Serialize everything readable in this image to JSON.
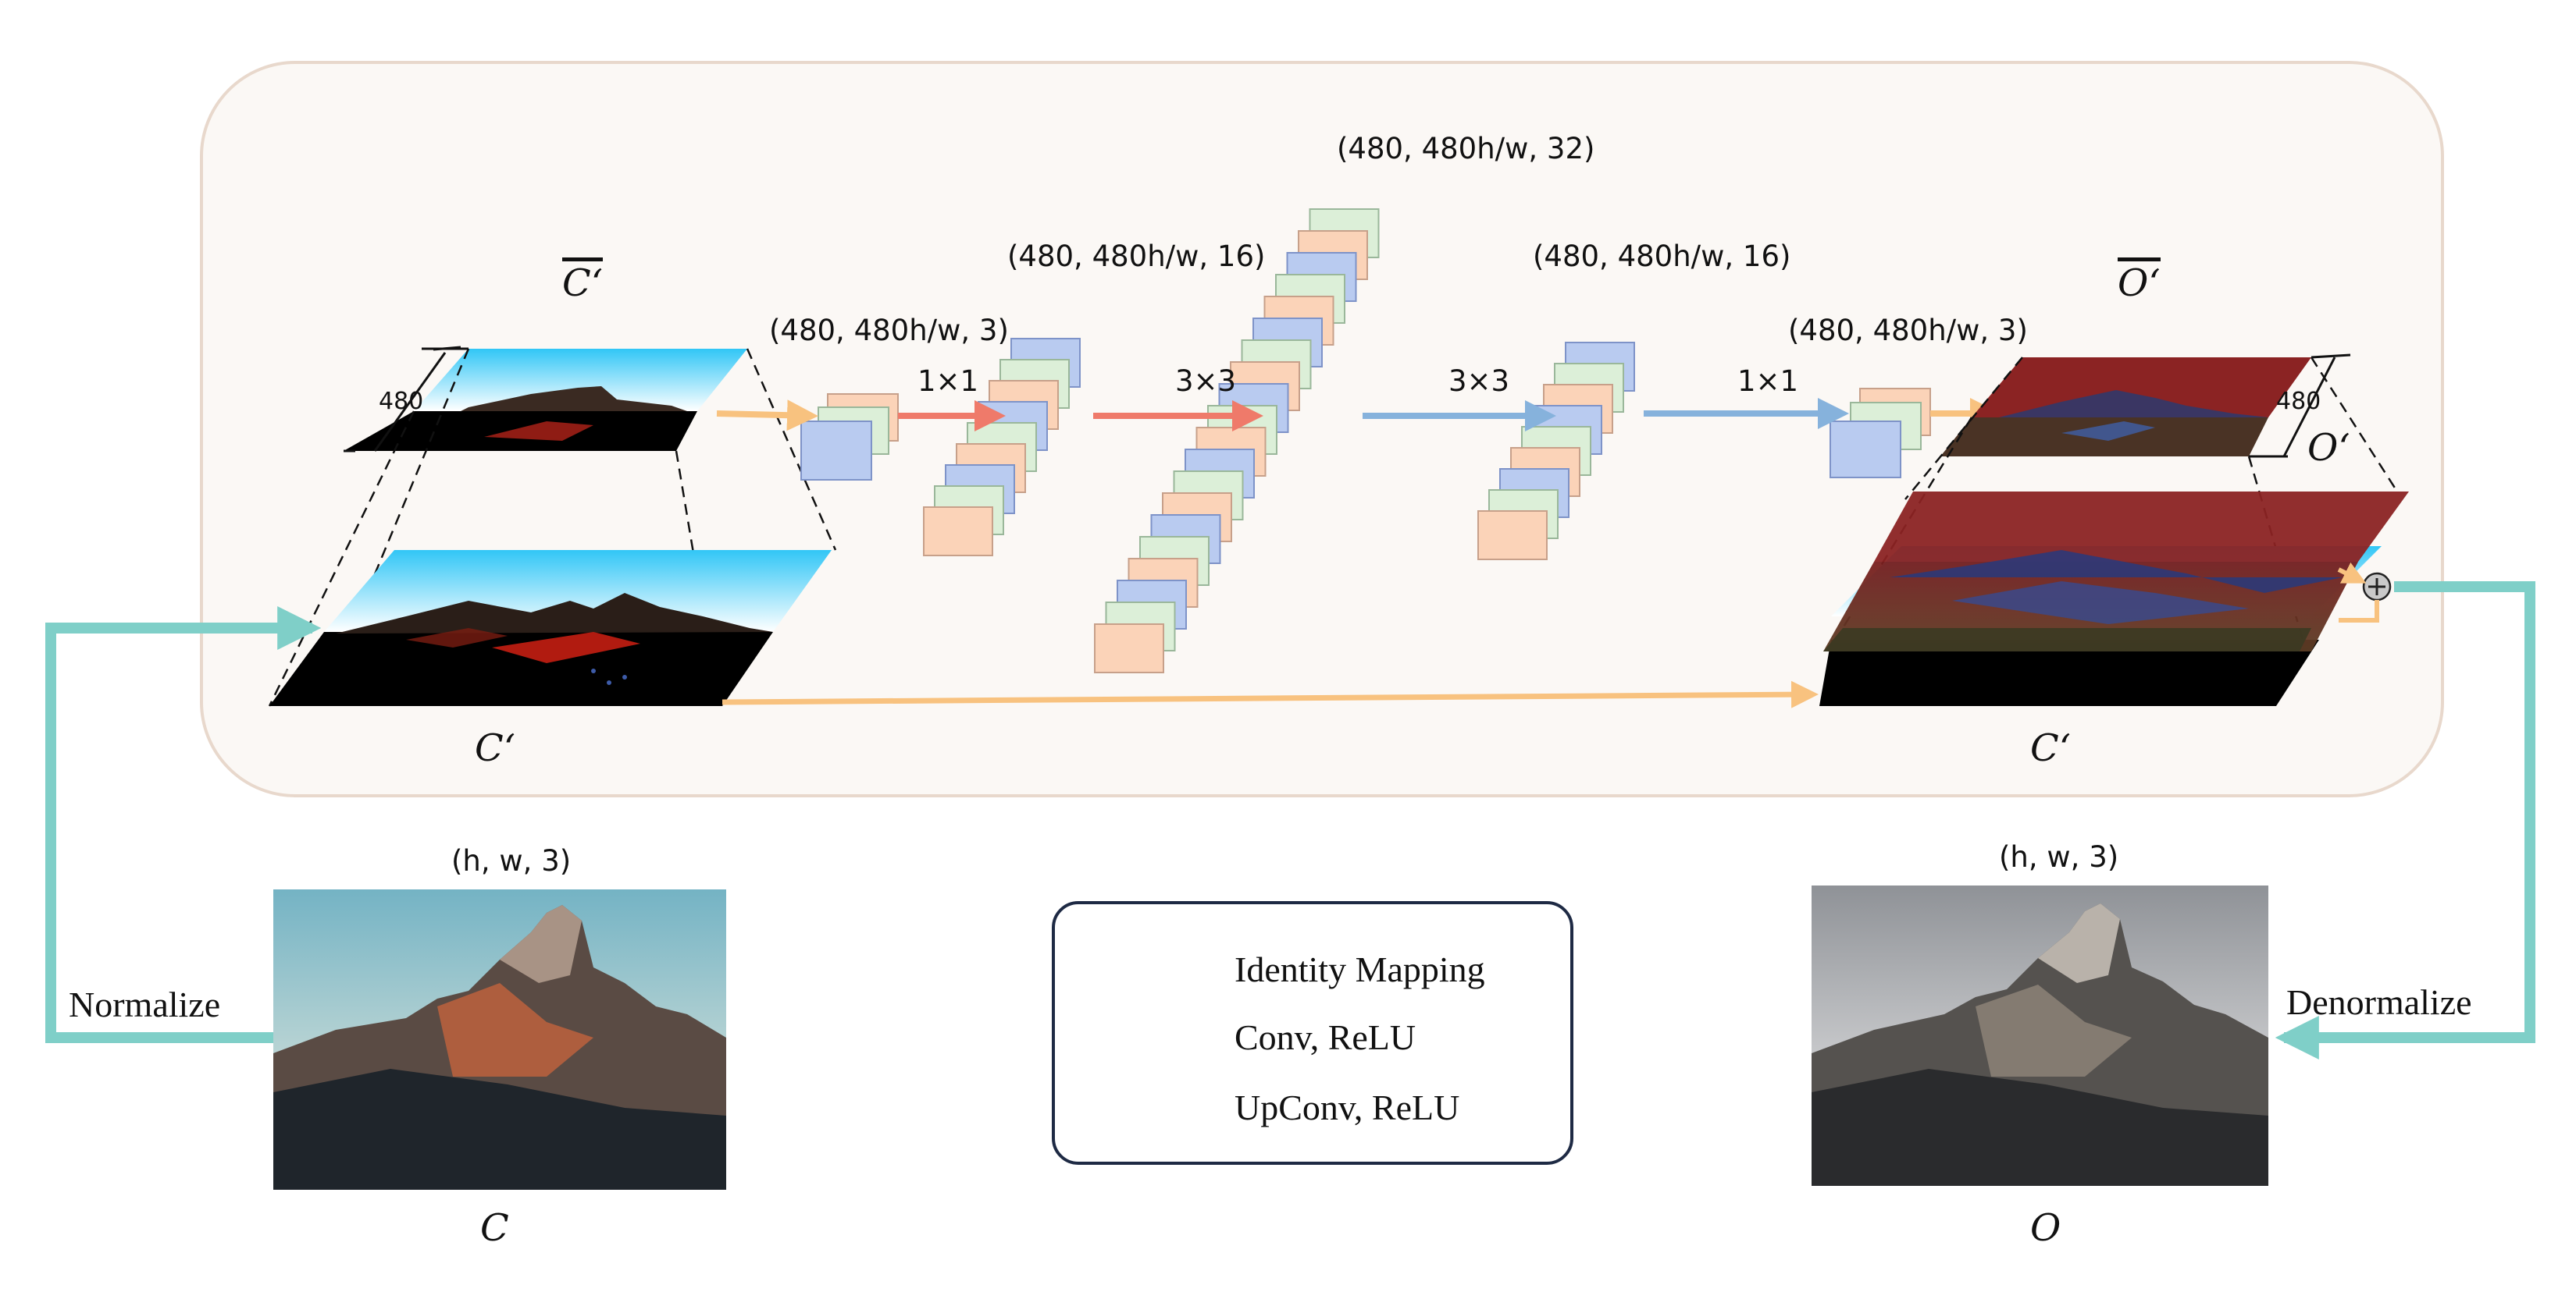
{
  "dims": {
    "c_in": "(480, 480h/w, 3)",
    "l1": "(480, 480h/w, 16)",
    "l2": "(480, 480h/w, 32)",
    "l3": "(480, 480h/w, 16)",
    "c_out": "(480, 480h/w, 3)",
    "orig_in": "(h, w, 3)",
    "orig_out": "(h, w, 3)"
  },
  "ops": {
    "op1": "1×1",
    "op2": "3×3",
    "op3": "3×3",
    "op4": "1×1"
  },
  "symbols": {
    "c_bar": "C‘",
    "o_bar": "O‘",
    "c_prime_left": "C‘",
    "c_prime_right": "C‘",
    "o_prime": "O‘",
    "c": "C",
    "o": "O"
  },
  "side_labels": {
    "left_480": "480",
    "right_480": "480"
  },
  "flow_labels": {
    "normalize": "Normalize",
    "denormalize": "Denormalize"
  },
  "legend": {
    "items": [
      {
        "label": "Identity Mapping",
        "color": "#f8c27f"
      },
      {
        "label": "Conv, ReLU",
        "color": "#ef7a6a"
      },
      {
        "label": "UpConv, ReLU",
        "color": "#86b2dc"
      }
    ]
  },
  "colors": {
    "identity": "#f8c27f",
    "conv": "#ef7a6a",
    "upconv": "#86b2dc",
    "skip_teal": "#7fcfc8",
    "panel_bg": "#fbf8f5",
    "panel_border": "#e8d8cc",
    "fmap_orange": "#fbd3b8",
    "fmap_green": "#dcefd8",
    "fmap_blue": "#b9cbf0"
  },
  "icons": {
    "add": "circle-plus-icon"
  }
}
